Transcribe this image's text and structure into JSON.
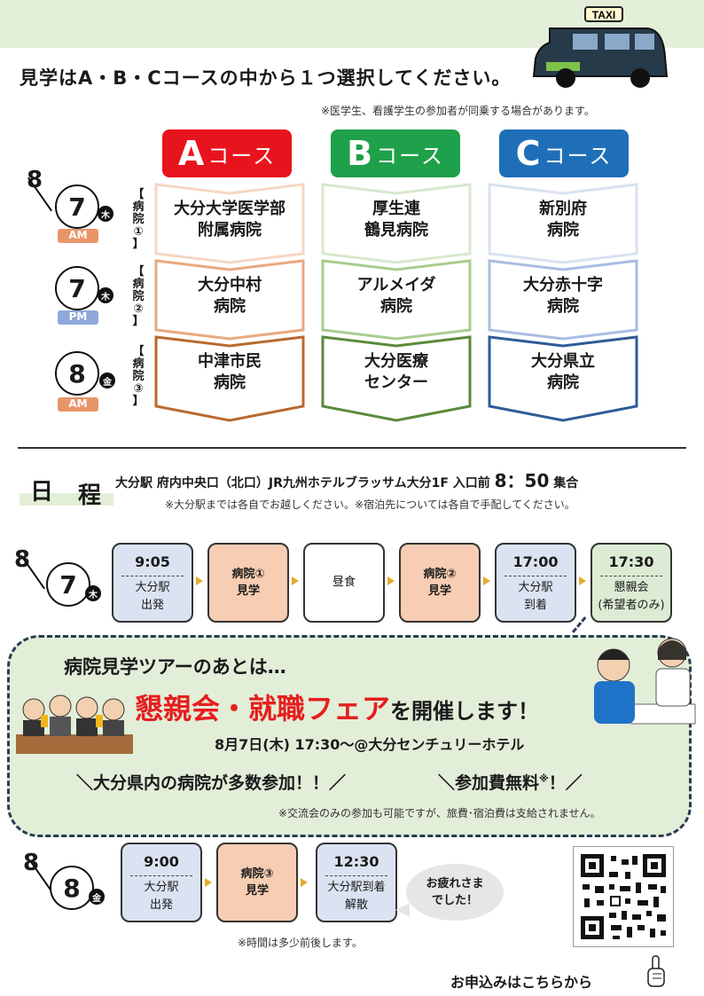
{
  "header": {
    "instruction": "見学はA・B・Cコースの中から１つ選択してください。",
    "note": "※医学生、看護学生の参加者が同乗する場合があります。",
    "taxi_sign": "TAXI"
  },
  "courses": [
    {
      "letter": "A",
      "word": "コース",
      "color": "#e8141d",
      "hospitals": [
        [
          "大分大学医学部",
          "附属病院"
        ],
        [
          "大分中村",
          "病院"
        ],
        [
          "中津市民",
          "病院"
        ]
      ]
    },
    {
      "letter": "B",
      "word": "コース",
      "color": "#1fa04a",
      "hospitals": [
        [
          "厚生連",
          "鶴見病院"
        ],
        [
          "アルメイダ",
          "病院"
        ],
        [
          "大分医療",
          "センター"
        ]
      ]
    },
    {
      "letter": "C",
      "word": "コース",
      "color": "#1f6fb8",
      "hospitals": [
        [
          "新別府",
          "病院"
        ],
        [
          "大分赤十字",
          "病院"
        ],
        [
          "大分県立",
          "病院"
        ]
      ]
    }
  ],
  "slots": [
    {
      "month": "8",
      "day": "7",
      "weekday": "木",
      "period": "AM",
      "period_color": "#e9956a",
      "label": [
        "【",
        "病",
        "院",
        "①",
        "】"
      ]
    },
    {
      "month": "",
      "day": "7",
      "weekday": "木",
      "period": "PM",
      "period_color": "#8fa8d8",
      "label": [
        "【",
        "病",
        "院",
        "②",
        "】"
      ]
    },
    {
      "month": "",
      "day": "8",
      "weekday": "金",
      "period": "AM",
      "period_color": "#e9956a",
      "label": [
        "【",
        "病",
        "院",
        "③",
        "】"
      ]
    }
  ],
  "schedule": {
    "title_1": "日",
    "title_2": "程",
    "meeting": "大分駅 府内中央口（北口）JR九州ホテルブラッサム大分1F 入口前",
    "meeting_time": "8：50",
    "meeting_suffix": "集合",
    "note": "※大分駅までは各自でお越しください。※宿泊先については各自で手配してください。"
  },
  "day1": {
    "month": "8",
    "day": "7",
    "weekday": "木",
    "steps": [
      {
        "time": "9:05",
        "l1": "大分駅",
        "l2": "出発"
      },
      {
        "time": "",
        "l1": "病院①",
        "l2": "見学"
      },
      {
        "time": "",
        "l1": "昼食",
        "l2": ""
      },
      {
        "time": "",
        "l1": "病院②",
        "l2": "見学"
      },
      {
        "time": "17:00",
        "l1": "大分駅",
        "l2": "到着"
      },
      {
        "time": "17:30",
        "l1": "懇親会",
        "l2": "(希望者のみ)"
      }
    ]
  },
  "fair": {
    "lead": "病院見学ツアーのあとは…",
    "title": "懇親会・就職フェア",
    "title_suffix": "を開催します！",
    "detail": "8月7日(木) 17:30～@大分センチュリーホテル",
    "point1": "＼大分県内の病院が多数参加！！／",
    "point2_pre": "＼参加費無料",
    "point2_sup": "※",
    "point2_post": "！／",
    "note": "※交流会のみの参加も可能ですが、旅費･宿泊費は支給されません。"
  },
  "day2": {
    "month": "8",
    "day": "8",
    "weekday": "金",
    "steps": [
      {
        "time": "9:00",
        "l1": "大分駅",
        "l2": "出発"
      },
      {
        "time": "",
        "l1": "病院③",
        "l2": "見学"
      },
      {
        "time": "12:30",
        "l1": "大分駅到着",
        "l2": "解散"
      }
    ],
    "bubble_1": "お疲れさま",
    "bubble_2": "でした！",
    "time_note": "※時間は多少前後します。"
  },
  "apply": {
    "label": "お申込みはこちらから",
    "icon": "pointing-finger-icon"
  }
}
